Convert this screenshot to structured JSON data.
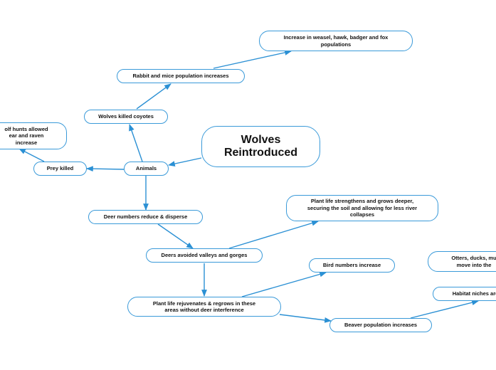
{
  "diagram": {
    "line_color": "#2b90d4",
    "node_border_color": "#3a9ad9",
    "nodes": {
      "central": "Wolves\nReintroduced",
      "animals": "Animals",
      "prey_killed": "Prey killed",
      "wolf_hunts": "olf hunts allowed\near and raven\nincrease",
      "wolves_killed_coyotes": "Wolves killed coyotes",
      "rabbit_mice": "Rabbit and mice population increases",
      "weasel_hawk": "Increase in weasel, hawk, badger and fox\npopulations",
      "deer_reduce": "Deer numbers reduce & disperse",
      "deers_avoided": "Deers avoided valleys and gorges",
      "plant_strengthens": "Plant life strengthens and grows deeper,\nsecuring the soil and allowing for less river\ncollapses",
      "plant_rejuvenates": "Plant life rejuvenates & regrows in these\nareas without deer interference",
      "bird_numbers": "Bird numbers increase",
      "beaver": "Beaver population increases",
      "otters": "Otters, ducks, mu\nmove into the",
      "habitat": "Habitat niches are"
    }
  }
}
